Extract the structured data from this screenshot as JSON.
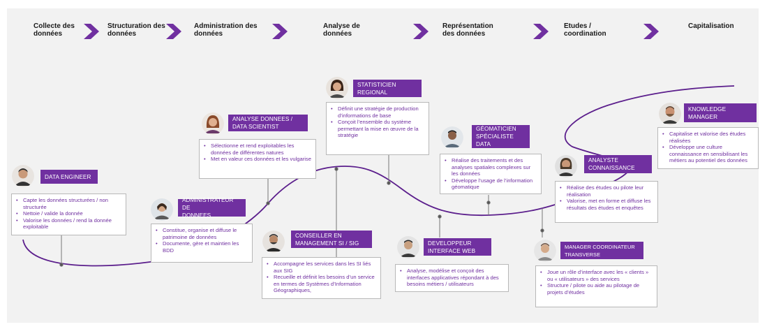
{
  "stages": [
    {
      "label": "Collecte des\ndonnées"
    },
    {
      "label": "Structuration des\ndonnées"
    },
    {
      "label": "Administration des\ndonnées"
    },
    {
      "label": "Analyse de\ndonnées"
    },
    {
      "label": "Représentation\ndes données"
    },
    {
      "label": "Etudes /\ncoordination"
    },
    {
      "label": "Capitalisation"
    }
  ],
  "colors": {
    "accent": "#7030a0",
    "background": "#f2f2f2"
  },
  "roles": [
    {
      "title": "DATA ENGINEER",
      "bullets": [
        "Capte les données structurées / non structurée",
        "Nettoie / valide la donnée",
        "Valorise les données / rend la donnée exploitable"
      ]
    },
    {
      "title": "ADMINISTRATEUR DE\nDONNEES",
      "bullets": [
        "Constitue, organise et diffuse le patrimoine de données",
        "Documente, gère et maintien les BDD"
      ]
    },
    {
      "title": "ANALYSE DONNEES /\nDATA SCIENTIST",
      "bullets": [
        "Sélectionne et rend exploitables les données de différentes natures",
        "Met en valeur ces données et les vulgarise"
      ]
    },
    {
      "title": "CONSEILLER EN\nMANAGEMENT SI / SIG",
      "bullets": [
        "Accompagne les services dans les SI liés aux SIG",
        "Recueille et définit les besoins d’un service en termes de Systèmes d’Information Géographiques,"
      ]
    },
    {
      "title": "STATISTICIEN\nREGIONAL",
      "bullets": [
        "Définit une stratégie de production d’informations de base",
        "Conçoit l’ensemble du système permettant la mise en œuvre de la stratégie"
      ]
    },
    {
      "title": "DEVELOPPEUR\nINTERFACE WEB",
      "bullets": [
        "Analyse, modélise et conçoit des interfaces applicatives répondant à des besoins métiers / utilisateurs"
      ]
    },
    {
      "title": "GÉOMATICIEN\nSPÉCIALISTE DATA",
      "bullets": [
        "Réalise des traitements et des analyses spatiales complexes sur les données",
        "Développe l’usage de l’information géomatique"
      ]
    },
    {
      "title": "ANALYSTE\nCONNAISSANCE",
      "bullets": [
        "Réalise des études ou pilote leur réalisation",
        "Valorise, met en forme et diffuse les résultats des études et enquêtes"
      ]
    },
    {
      "title": "MANAGER COORDINATEUR\nTRANSVERSE",
      "bullets": [
        "Joue un rôle d’interface avec les « clients » ou « utilisateurs » des services",
        "Structure / pilote ou aide au pilotage de projets d’études"
      ]
    },
    {
      "title": "KNOWLEDGE\nMANAGER",
      "bullets": [
        "Capitalise et valorise des études réalisées",
        "Développe une culture connaissance en sensibilisant les métiers au potentiel des données"
      ]
    }
  ]
}
